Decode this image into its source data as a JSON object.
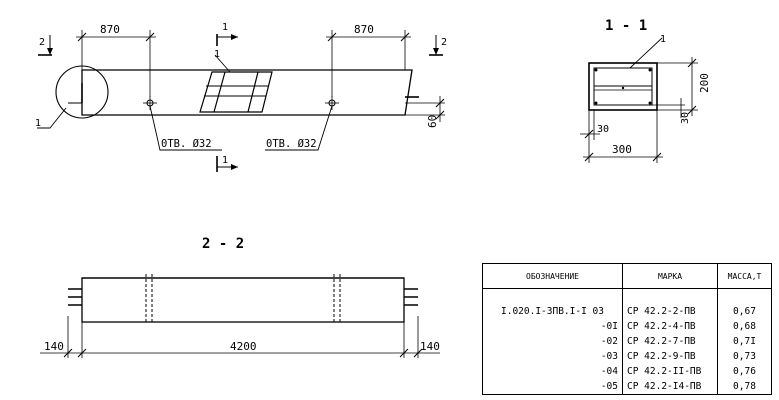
{
  "labels": {
    "dim_left_top": "870",
    "dim_right_top": "870",
    "section_mark_1": "1",
    "section_mark_2": "2",
    "leader_1": "1",
    "holes_left": "0ТВ. Ø32",
    "holes_right": "0ТВ. Ø32",
    "dim_60": "60",
    "section_1_title": "1 - 1",
    "dim_200": "200",
    "dim_30_a": "30",
    "dim_30_b": "30",
    "dim_300": "300",
    "section_2_title": "2 - 2",
    "dim_140_left": "140",
    "dim_4200": "4200",
    "dim_140_right": "140"
  },
  "table": {
    "headers": [
      "ОБОЗНАЧЕНИЕ",
      "МАРКА",
      "МАССА,Т"
    ],
    "rows": [
      {
        "designation": "I.020.I-3ПВ.I-I 03",
        "mark": "СР 42.2-2-ПВ",
        "mass": "0,67"
      },
      {
        "designation": "-0I",
        "mark": "СР 42.2-4-ПВ",
        "mass": "0,68"
      },
      {
        "designation": "-02",
        "mark": "СР 42.2-7-ПВ",
        "mass": "0,7I"
      },
      {
        "designation": "-03",
        "mark": "СР 42.2-9-ПВ",
        "mass": "0,73"
      },
      {
        "designation": "-04",
        "mark": "СР 42.2-II-ПВ",
        "mass": "0,76"
      },
      {
        "designation": "-05",
        "mark": "СР 42.2-I4-ПВ",
        "mass": "0,78"
      }
    ]
  }
}
